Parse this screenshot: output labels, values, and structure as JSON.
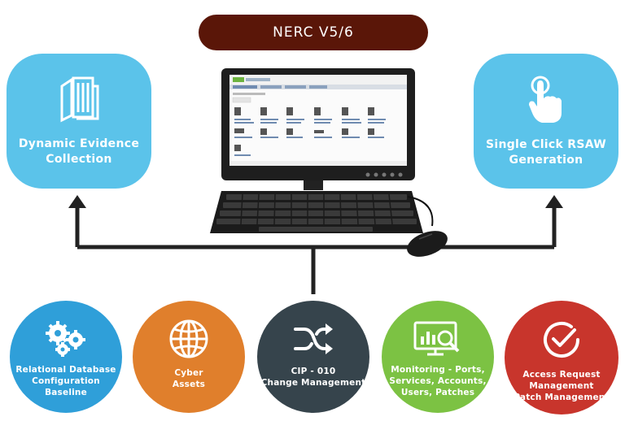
{
  "title": "NERC V5/6",
  "top_left": {
    "label": "Dynamic Evidence\nCollection",
    "icon": "document-pages-icon"
  },
  "top_right": {
    "label": "Single Click RSAW\nGeneration",
    "icon": "tap-finger-icon"
  },
  "circles": [
    {
      "label": "Relational Database\nConfiguration\nBaseline",
      "icon": "gears-icon",
      "color": "#2f9fd9"
    },
    {
      "label": "Cyber\nAssets",
      "icon": "globe-icon",
      "color": "#e07f2c"
    },
    {
      "label": "CIP - 010\nChange Management",
      "icon": "shuffle-icon",
      "color": "#36444c"
    },
    {
      "label": "Monitoring - Ports,\nServices, Accounts,\nUsers, Patches",
      "icon": "monitor-analytics-icon",
      "color": "#7cc243"
    },
    {
      "label": "Access Request\nManagement\nPatch Management",
      "icon": "check-circle-icon",
      "color": "#c8352c"
    }
  ],
  "colors": {
    "title_bg": "#5a1608",
    "blob": "#5bc3ea",
    "connector": "#222222"
  }
}
